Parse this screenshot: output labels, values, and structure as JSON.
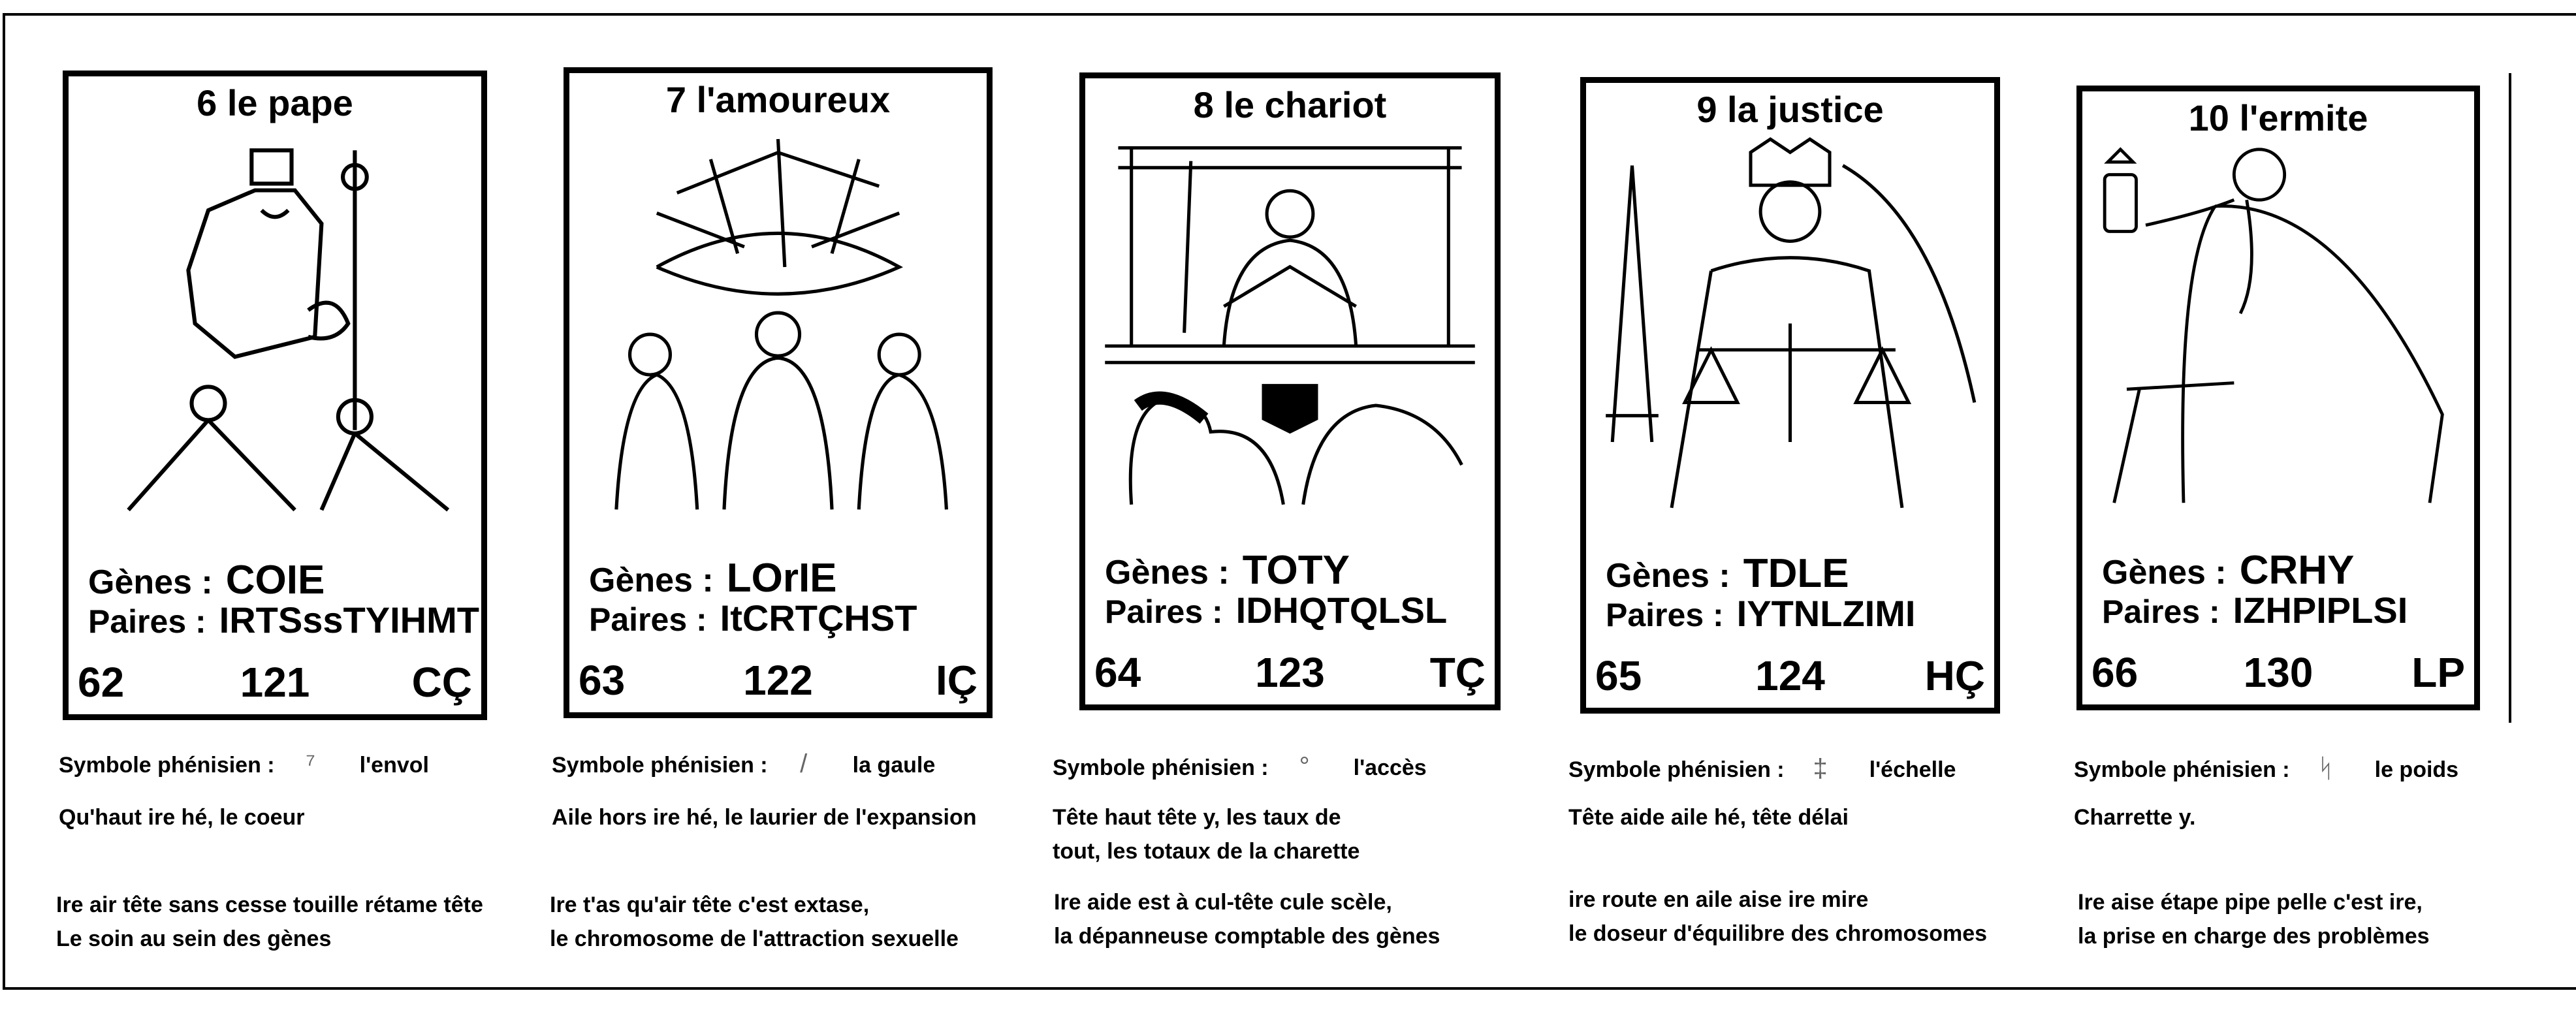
{
  "cards": [
    {
      "title": "6 le pape",
      "genes_label": "Gènes :",
      "genes": "COIE",
      "paires_label": "Paires :",
      "paires": "IRTSssTYIHMT",
      "num1": "62",
      "num2": "121",
      "code": "CÇ",
      "symbol_label": "Symbole phénisien :",
      "symbol_glyph": "⁷",
      "symbol_name": "l'envol",
      "line1": [
        "Qu'haut ire hé, le coeur"
      ],
      "line2": [
        "Ire air tête sans cesse touille rétame tête",
        "Le soin au sein des gènes"
      ]
    },
    {
      "title": "7 l'amoureux",
      "genes_label": "Gènes :",
      "genes": "LOrIE",
      "paires_label": "Paires :",
      "paires": "ItCRTÇHST",
      "num1": "63",
      "num2": "122",
      "code": "IÇ",
      "symbol_label": "Symbole phénisien :",
      "symbol_glyph": "/",
      "symbol_name": "la gaule",
      "line1": [
        "Aile hors ire hé, le laurier de l'expansion"
      ],
      "line2": [
        "Ire t'as qu'air tête c'est extase,",
        "le chromosome de l'attraction sexuelle"
      ]
    },
    {
      "title": "8 le chariot",
      "genes_label": "Gènes :",
      "genes": "TOTY",
      "paires_label": "Paires :",
      "paires": "IDHQTQLSL",
      "num1": "64",
      "num2": "123",
      "code": "TÇ",
      "symbol_label": "Symbole phénisien :",
      "symbol_glyph": "°",
      "symbol_name": "l'accès",
      "line1": [
        "Tête haut tête y, les taux de",
        "tout, les totaux de la charette"
      ],
      "line2": [
        "Ire aide est à cul-tête cule scèle,",
        "la dépanneuse comptable des gènes"
      ]
    },
    {
      "title": "9 la justice",
      "genes_label": "Gènes :",
      "genes": "TDLE",
      "paires_label": "Paires :",
      "paires": "IYTNLZIMI",
      "num1": "65",
      "num2": "124",
      "code": "HÇ",
      "symbol_label": "Symbole phénisien :",
      "symbol_glyph": "‡",
      "symbol_name": "l'échelle",
      "line1": [
        "Tête aide aile hé, tête délai"
      ],
      "line2": [
        "ire route en aile aise ire mire",
        "le doseur d'équilibre des chromosomes"
      ]
    },
    {
      "title": "10 l'ermite",
      "genes_label": "Gènes :",
      "genes": "CRHY",
      "paires_label": "Paires :",
      "paires": "IZHPIPLSI",
      "num1": "66",
      "num2": "130",
      "code": "LP",
      "symbol_label": "Symbole phénisien :",
      "symbol_glyph": "ᛋ",
      "symbol_name": "le poids",
      "line1": [
        "Charrette y."
      ],
      "line2": [
        "Ire aise étape pipe pelle c'est ire,",
        "la prise en charge des problèmes"
      ]
    }
  ]
}
